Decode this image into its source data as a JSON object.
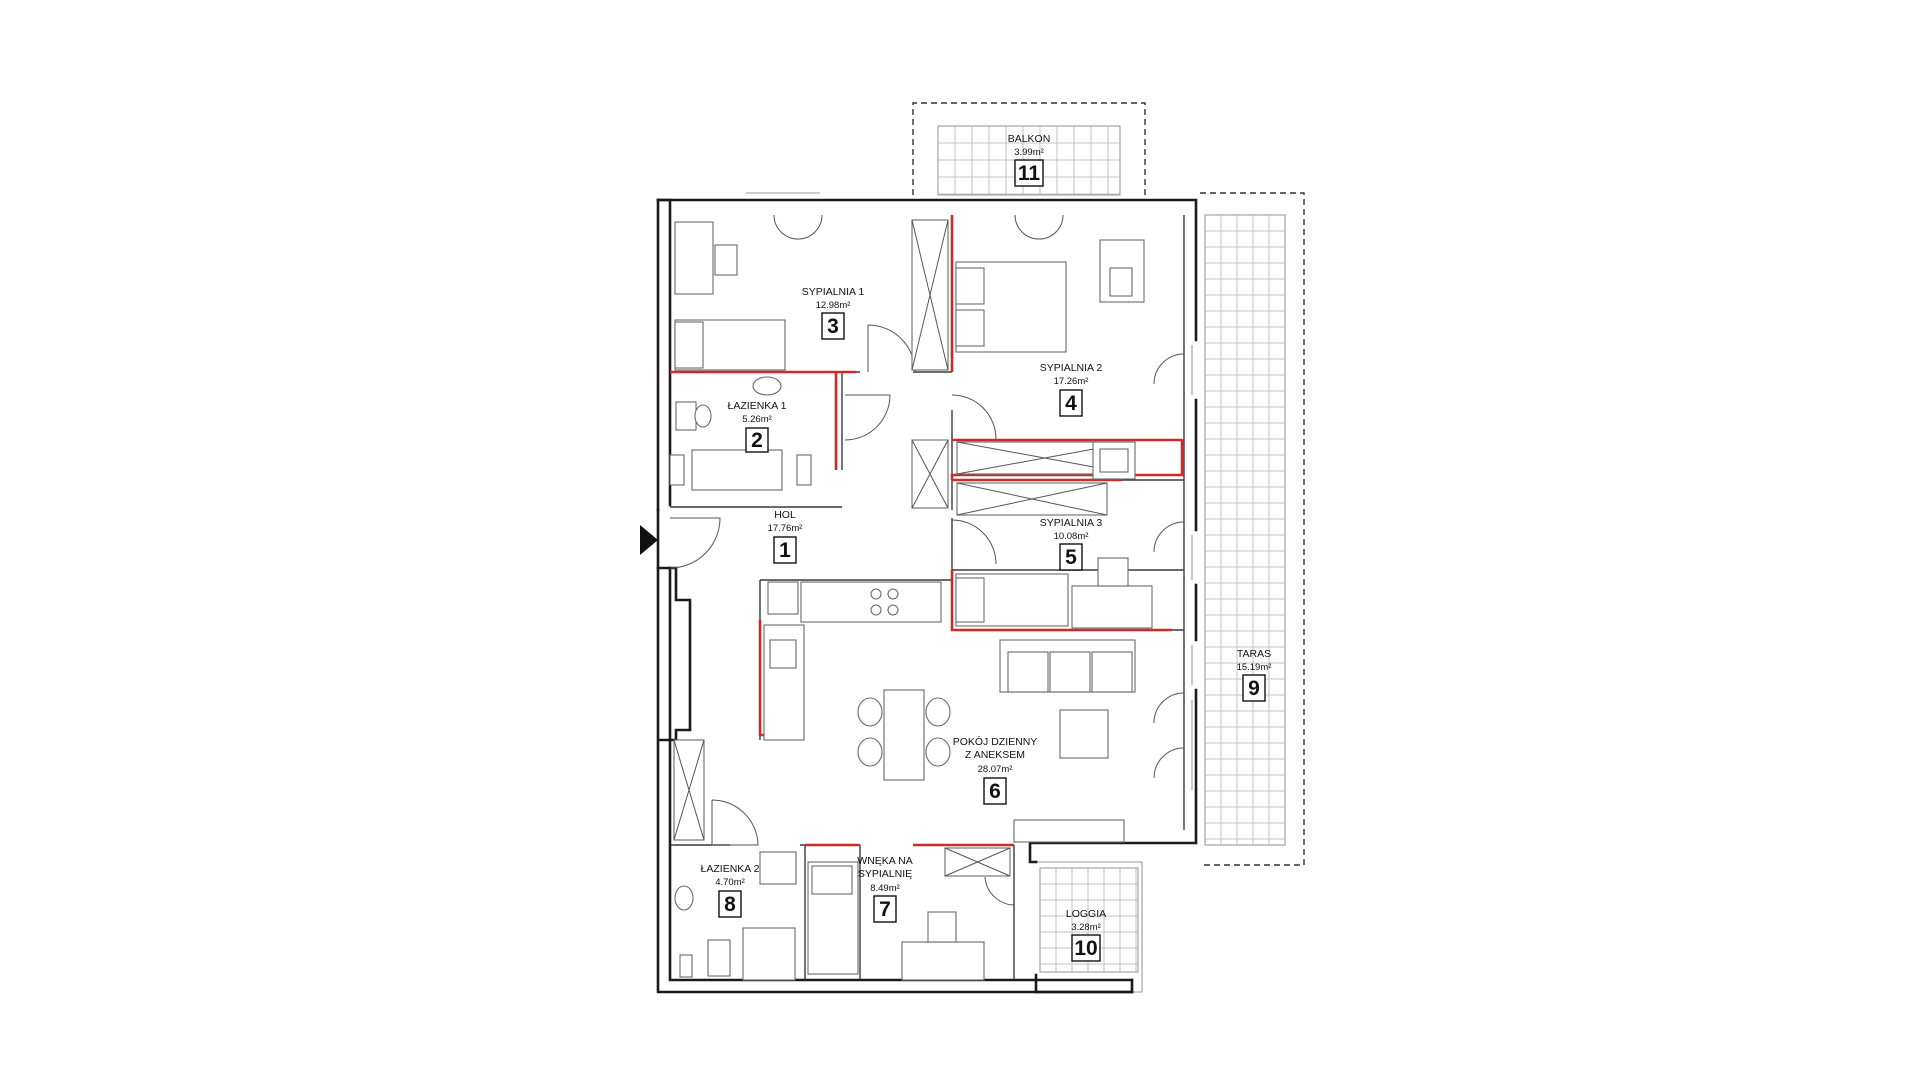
{
  "rooms": [
    {
      "id": "hol",
      "name": "HOL",
      "area": "17.76m²",
      "number": "1"
    },
    {
      "id": "lazienka1",
      "name": "ŁAZIENKA 1",
      "area": "5.26m²",
      "number": "2"
    },
    {
      "id": "sypialnia1",
      "name": "SYPIALNIA 1",
      "area": "12.98m²",
      "number": "3"
    },
    {
      "id": "sypialnia2",
      "name": "SYPIALNIA 2",
      "area": "17.26m²",
      "number": "4"
    },
    {
      "id": "sypialnia3",
      "name": "SYPIALNIA 3",
      "area": "10.08m²",
      "number": "5"
    },
    {
      "id": "pokoj",
      "name": "POKÓJ DZIENNY",
      "name2": "Z ANEKSEM",
      "area": "28.07m²",
      "number": "6"
    },
    {
      "id": "wneka",
      "name": "WNĘKA NA",
      "name2": "SYPIALNIĘ",
      "area": "8.49m²",
      "number": "7"
    },
    {
      "id": "lazienka2",
      "name": "ŁAZIENKA 2",
      "area": "4.70m²",
      "number": "8"
    },
    {
      "id": "taras",
      "name": "TARAS",
      "area": "15.19m²",
      "number": "9"
    },
    {
      "id": "loggia",
      "name": "LOGGIA",
      "area": "3.28m²",
      "number": "10"
    },
    {
      "id": "balkon",
      "name": "BALKON",
      "area": "3.99m²",
      "number": "11"
    }
  ],
  "icons": {
    "entrance": "entrance-arrow-icon"
  },
  "colors": {
    "walls": "#1a1a1a",
    "highlight_walls": "#cc2b2b",
    "grid": "#b3b3b3"
  }
}
